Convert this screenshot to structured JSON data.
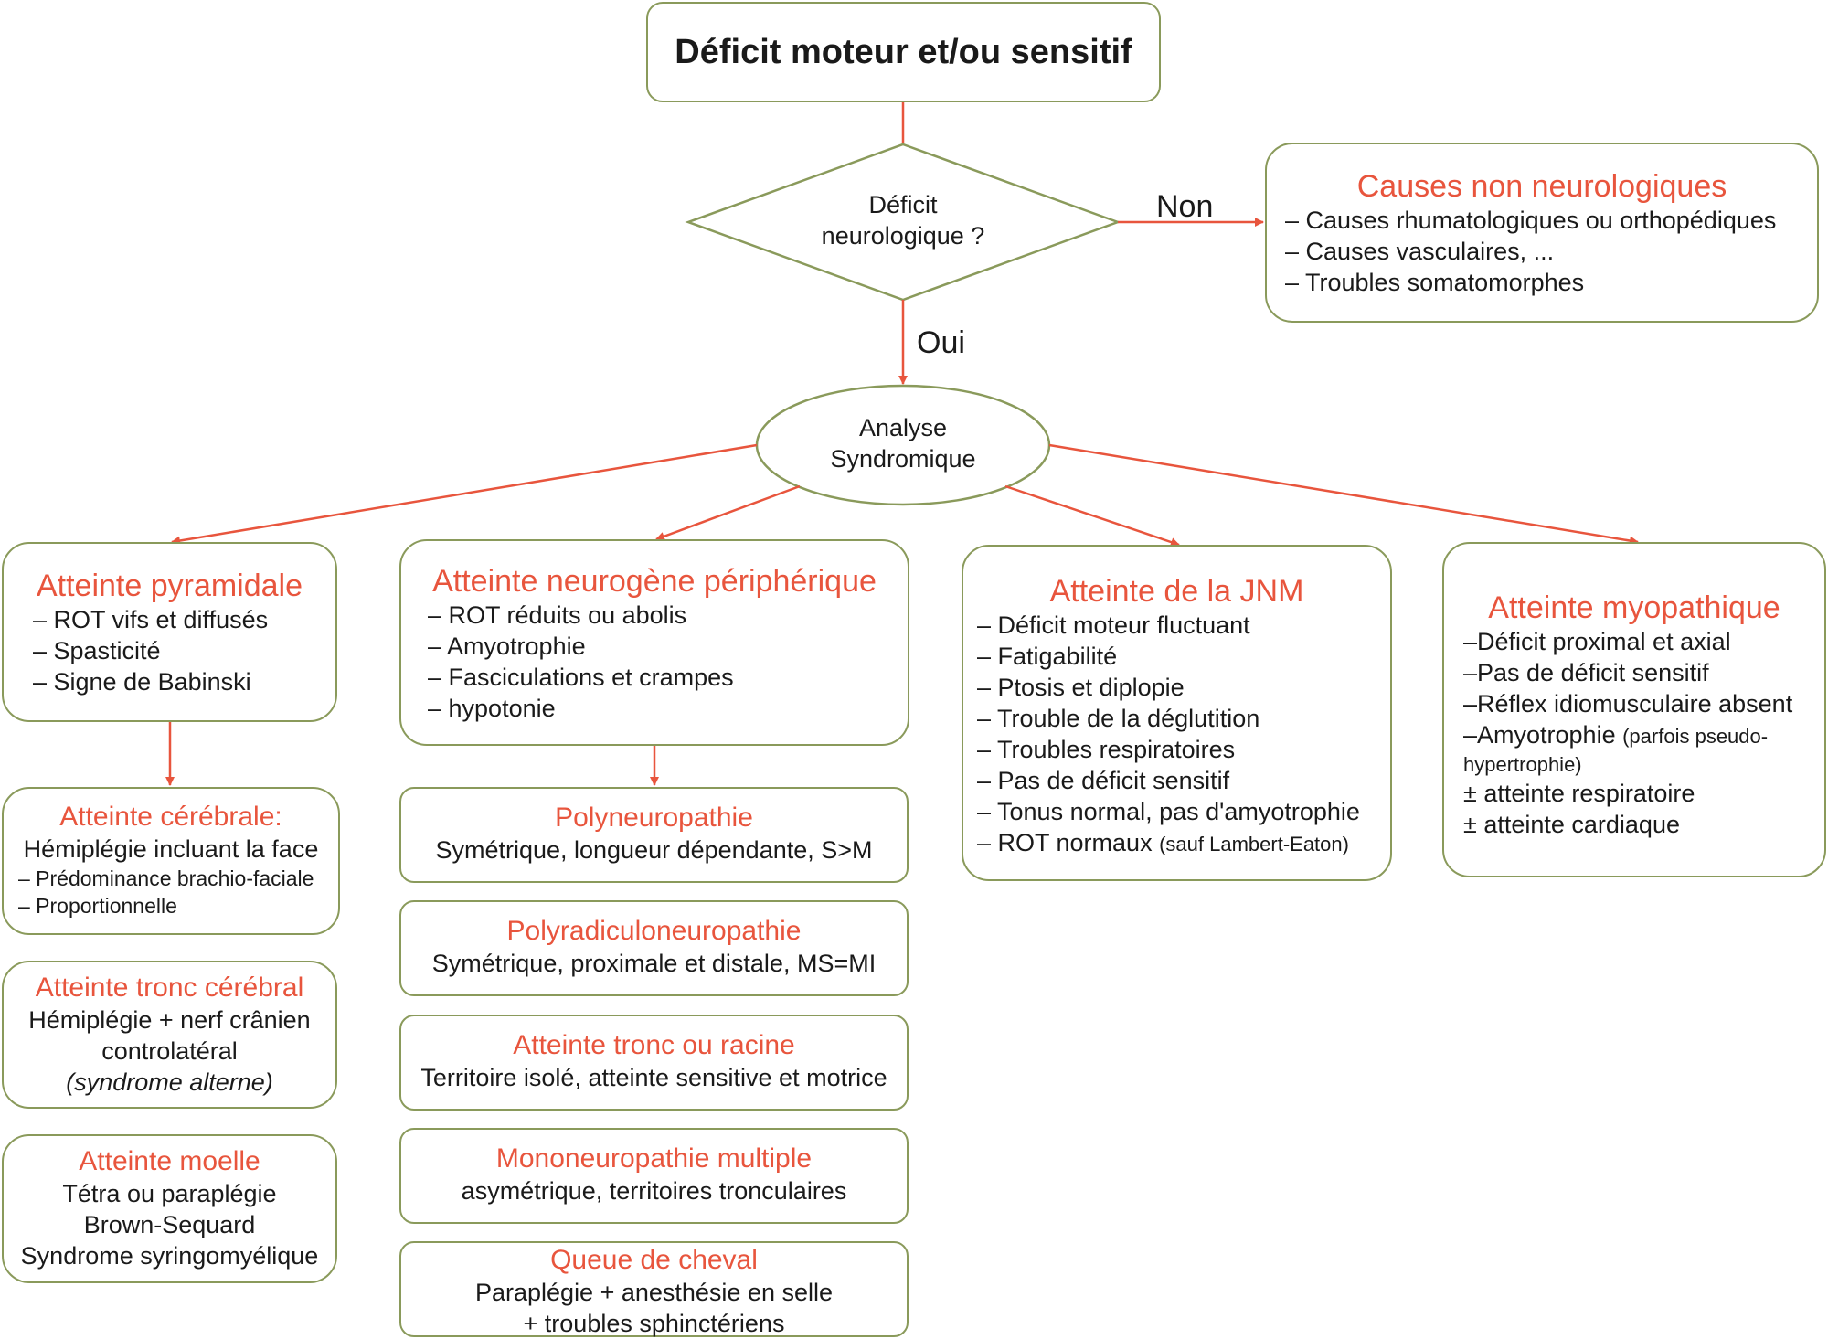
{
  "start": {
    "title": "Déficit moteur et/ou sensitif"
  },
  "decision": {
    "line1": "Déficit",
    "line2": "neurologique ?",
    "no_label": "Non",
    "yes_label": "Oui"
  },
  "non_neuro": {
    "title": "Causes non neurologiques",
    "items": [
      "– Causes rhumatologiques ou orthopédiques",
      "– Causes vasculaires, ...",
      "– Troubles somatomorphes"
    ]
  },
  "analysis": {
    "line1": "Analyse",
    "line2": "Syndromique"
  },
  "pyramidale": {
    "title": "Atteinte pyramidale",
    "items": [
      "– ROT vifs et diffusés",
      "– Spasticité",
      "– Signe de Babinski"
    ]
  },
  "cerebrale": {
    "title": "Atteinte cérébrale:",
    "line": "Hémiplégie incluant la face",
    "subitems": [
      "– Prédominance brachio-faciale",
      "– Proportionnelle"
    ]
  },
  "tronc_cerebral": {
    "title": "Atteinte tronc cérébral",
    "line1": "Hémiplégie + nerf crânien",
    "line2": "controlatéral",
    "line3": "(syndrome alterne)"
  },
  "moelle": {
    "title": "Atteinte moelle",
    "lines": [
      "Tétra ou paraplégie",
      "Brown-Sequard",
      "Syndrome syringomyélique"
    ]
  },
  "neurogene": {
    "title": "Atteinte neurogène périphérique",
    "items": [
      "– ROT réduits ou abolis",
      "– Amyotrophie",
      "– Fasciculations et crampes",
      "– hypotonie"
    ]
  },
  "polyneuro": {
    "title": "Polyneuropathie",
    "line": "Symétrique, longueur dépendante, S>M"
  },
  "polyradiculo": {
    "title": "Polyradiculoneuropathie",
    "line": "Symétrique, proximale et distale, MS=MI"
  },
  "tronc_racine": {
    "title": "Atteinte tronc ou racine",
    "line": "Territoire isolé, atteinte sensitive et motrice"
  },
  "mononeuro": {
    "title": "Mononeuropathie multiple",
    "line": "asymétrique, territoires tronculaires"
  },
  "queue_cheval": {
    "title": "Queue de cheval",
    "line1": "Paraplégie + anesthésie en selle",
    "line2": "+ troubles sphinctériens"
  },
  "jnm": {
    "title": "Atteinte de la JNM",
    "items": [
      "– Déficit moteur fluctuant",
      "– Fatigabilité",
      "– Ptosis et diplopie",
      "– Trouble de la déglutition",
      "– Troubles respiratoires",
      "– Pas de déficit sensitif",
      "– Tonus normal, pas d'amyotrophie"
    ],
    "last_item": "– ROT normaux",
    "last_note": "(sauf Lambert-Eaton)"
  },
  "myopathique": {
    "title": "Atteinte myopathique",
    "items": [
      "–Déficit proximal et axial",
      "–Pas de déficit sensitif",
      "–Réflex idiomusculaire absent"
    ],
    "amyo": "–Amyotrophie",
    "amyo_note1": "(parfois pseudo-",
    "amyo_note2": "hypertrophie)",
    "extra": [
      "± atteinte respiratoire",
      "± atteinte cardiaque"
    ]
  },
  "colors": {
    "accent": "#e8553d",
    "border": "#8a9a5b",
    "text": "#1a1a1a"
  }
}
